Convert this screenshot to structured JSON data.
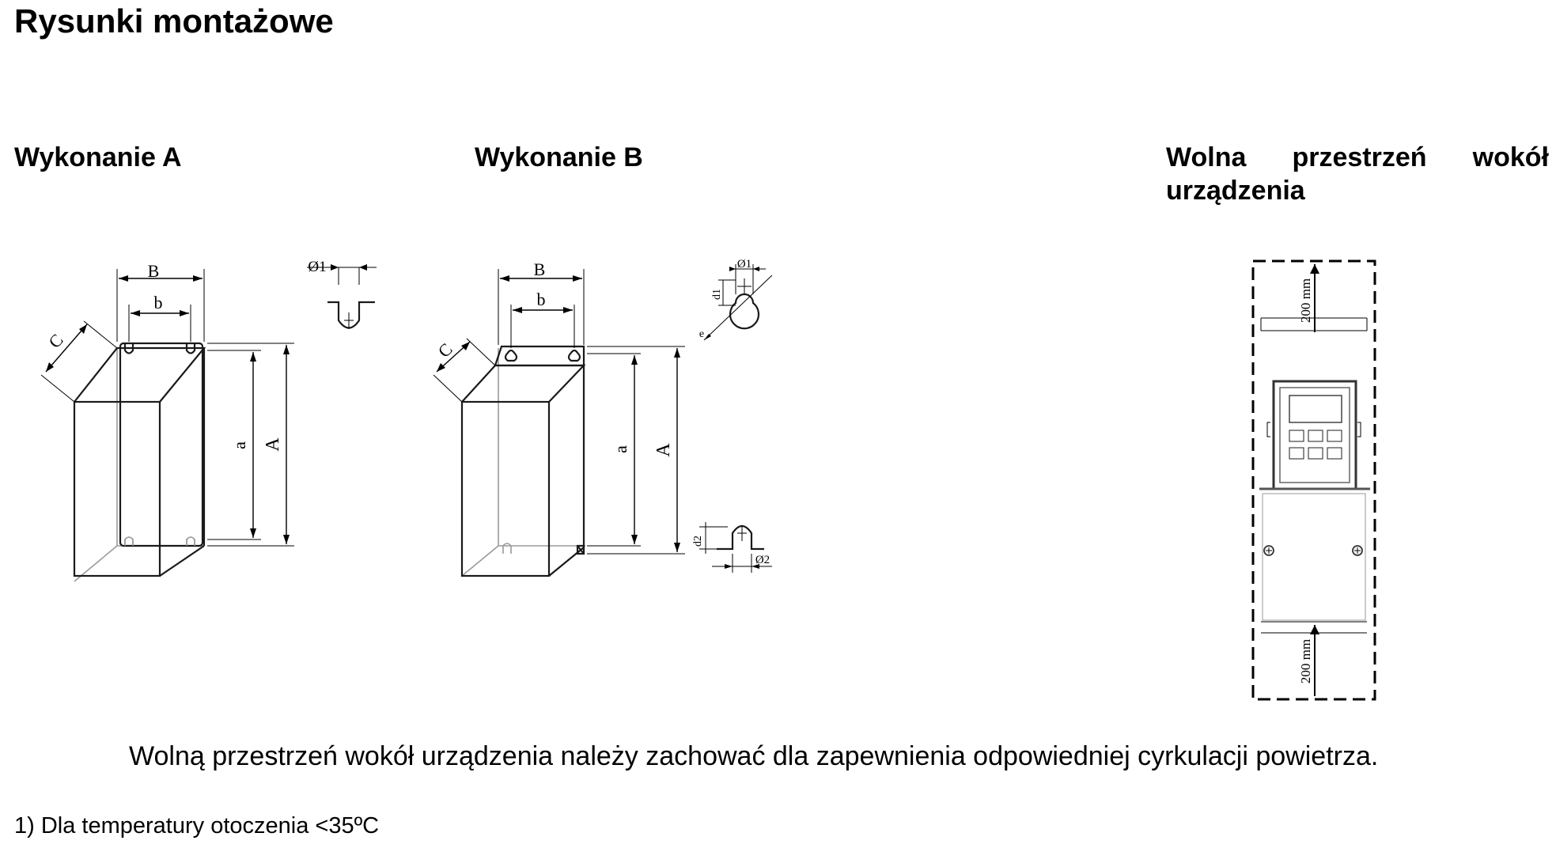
{
  "page": {
    "title": "Rysunki montażowe",
    "note": "Wolną przestrzeń wokół urządzenia należy zachować dla zapewnienia odpowiedniej cyrkulacji powietrza.",
    "footnote": "1) Dla temperatury otoczenia <35ºC"
  },
  "variant_a": {
    "title": "Wykonanie A",
    "labels": {
      "B": "B",
      "b": "b",
      "C": "C",
      "a": "a",
      "A": "A",
      "o1": "Ø1"
    }
  },
  "variant_b": {
    "title": "Wykonanie B",
    "labels": {
      "B": "B",
      "b": "b",
      "C": "C",
      "a": "a",
      "A": "A",
      "o1": "Ø1",
      "d1": "d1",
      "e": "e",
      "d2": "d2",
      "o2": "Ø2"
    }
  },
  "clearance": {
    "title_line1_words": [
      "Wolna",
      "przestrzeń",
      "wokół"
    ],
    "title_line2": "urządzenia",
    "top_label": "200 mm",
    "bottom_label": "200 mm"
  }
}
